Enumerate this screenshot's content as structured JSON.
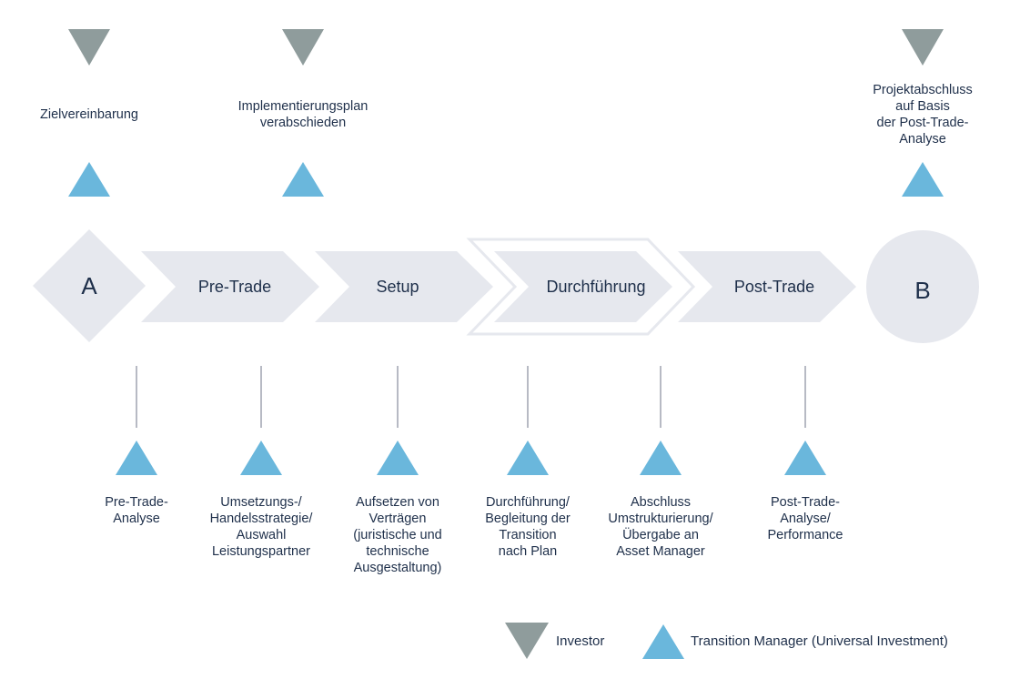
{
  "colors": {
    "investor": "#8f9c9c",
    "transition_manager": "#6ab7dc",
    "shape_fill": "#e6e8ee",
    "text": "#1e2f4a",
    "connector": "#b7bac4"
  },
  "legend": {
    "investor": {
      "icon": "down-triangle-icon",
      "label": "Investor"
    },
    "transition_manager": {
      "icon": "up-triangle-icon",
      "label": "Transition Manager (Universal Investment)"
    }
  },
  "nodes": {
    "start": {
      "shape": "diamond",
      "label": "A"
    },
    "end": {
      "shape": "circle",
      "label": "B"
    }
  },
  "process": {
    "steps": [
      {
        "label": "Pre-Trade",
        "highlighted": false
      },
      {
        "label": "Setup",
        "highlighted": false
      },
      {
        "label": "Durchführung",
        "highlighted": true
      },
      {
        "label": "Post-Trade",
        "highlighted": false
      }
    ]
  },
  "milestones": [
    {
      "label": "Zielvereinbarung",
      "roles": [
        "investor",
        "transition_manager"
      ]
    },
    {
      "label": "Implementierungsplan\nverabschieden",
      "roles": [
        "investor",
        "transition_manager"
      ]
    },
    {
      "label": "Projektabschluss\nauf Basis\nder Post-Trade-\nAnalyse",
      "roles": [
        "investor",
        "transition_manager"
      ]
    }
  ],
  "tasks": [
    {
      "label": "Pre-Trade-\nAnalyse",
      "role": "transition_manager"
    },
    {
      "label": "Umsetzungs-/\nHandelsstrategie/\nAuswahl\nLeistungspartner",
      "role": "transition_manager"
    },
    {
      "label": "Aufsetzen von\nVerträgen\n(juristische und\ntechnische\nAusgestaltung)",
      "role": "transition_manager"
    },
    {
      "label": "Durchführung/\nBegleitung der\nTransition\nnach Plan",
      "role": "transition_manager"
    },
    {
      "label": "Abschluss\nUmstrukturierung/\nÜbergabe an\nAsset Manager",
      "role": "transition_manager"
    },
    {
      "label": "Post-Trade-\nAnalyse/\nPerformance",
      "role": "transition_manager"
    }
  ]
}
